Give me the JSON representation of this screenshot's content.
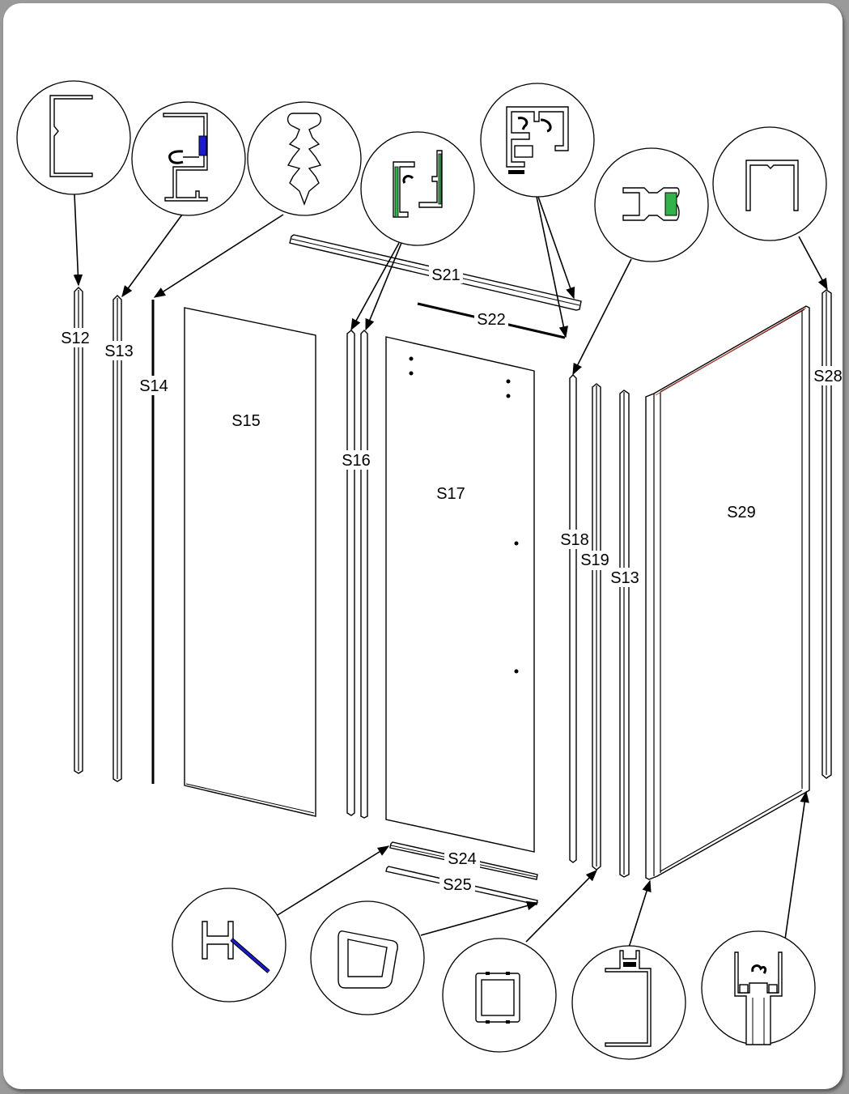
{
  "diagram": {
    "parts": {
      "s12": "S12",
      "s13_left": "S13",
      "s14": "S14",
      "s15": "S15",
      "s16": "S16",
      "s17": "S17",
      "s18": "S18",
      "s19": "S19",
      "s13_right": "S13",
      "s21": "S21",
      "s22": "S22",
      "s24": "S24",
      "s25": "S25",
      "s28": "S28",
      "s29": "S29"
    },
    "colors": {
      "seal_blue": "#1a1ad0",
      "seal_green": "#2fb34a",
      "outline": "#000000",
      "page_background": "#9a9a9a"
    }
  }
}
